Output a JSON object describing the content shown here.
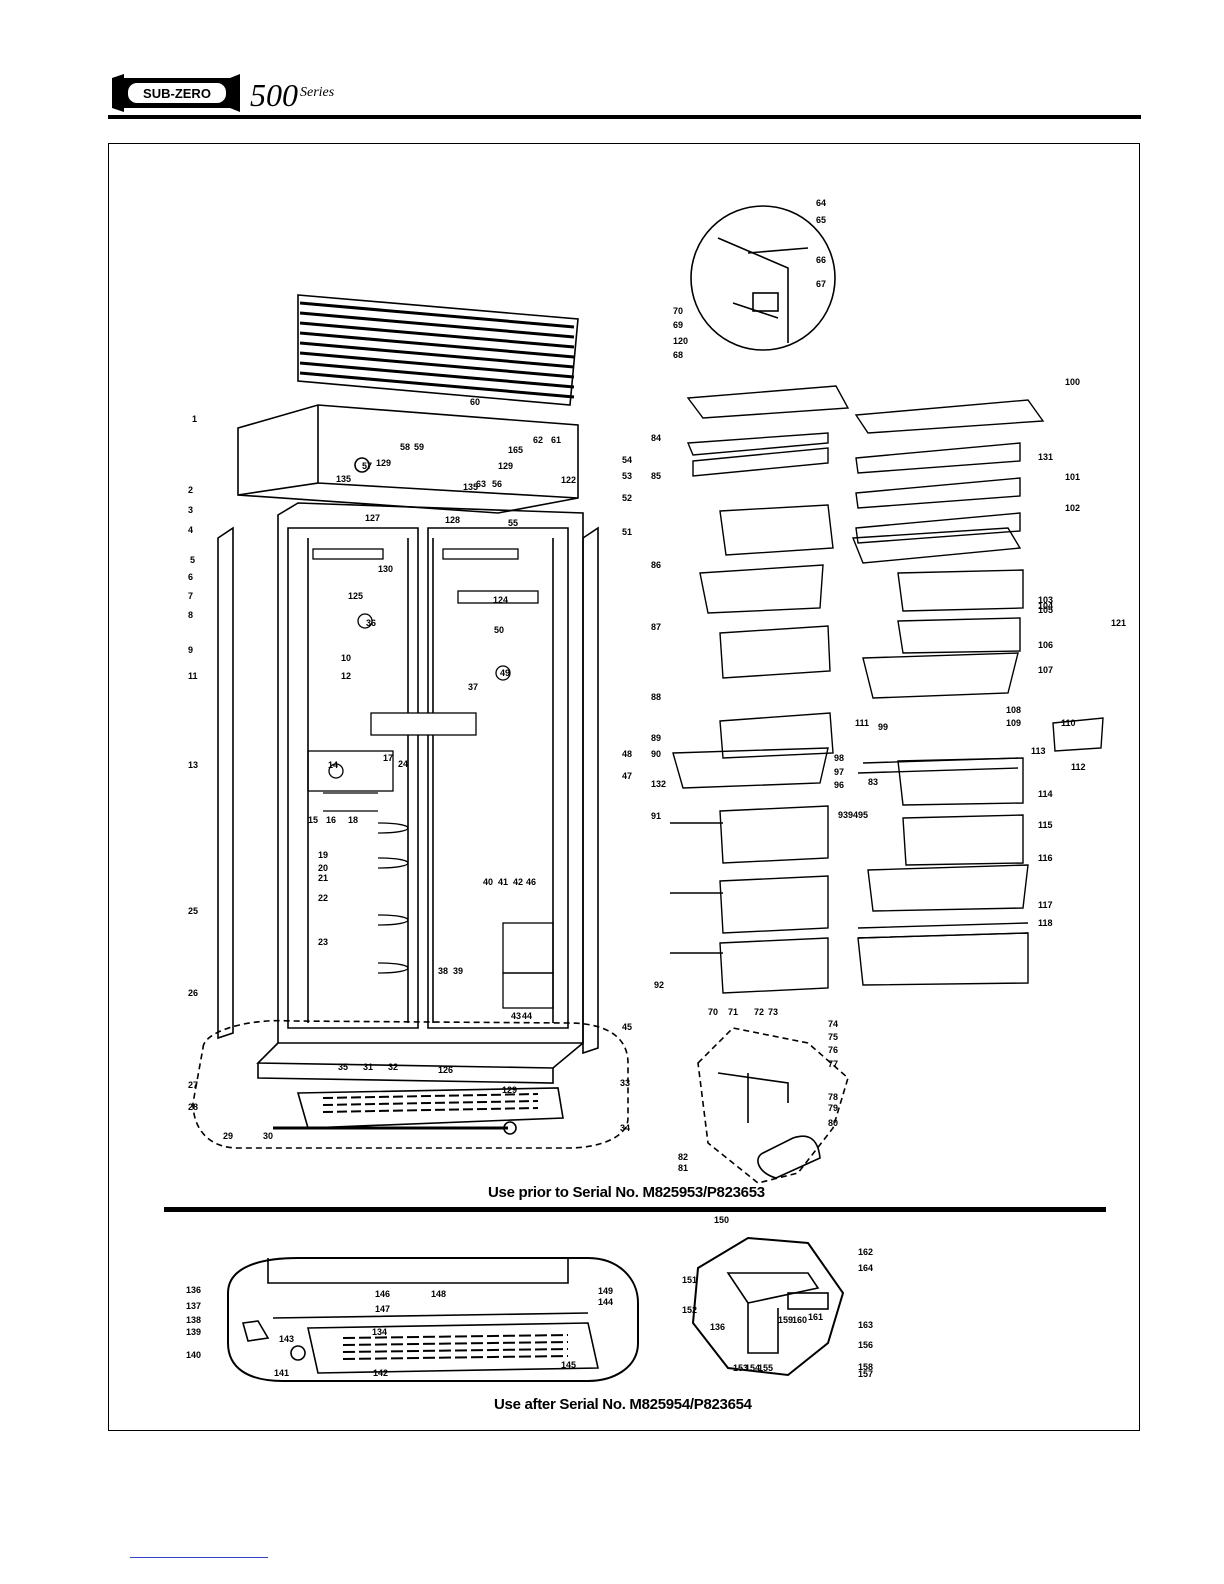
{
  "header": {
    "brand": "SUB-ZERO",
    "series": "500 Series"
  },
  "captions": {
    "top": "Use prior to Serial No. M825953/P823653",
    "bottom": "Use after Serial No. M825954/P823654"
  },
  "callouts": [
    "1",
    "2",
    "3",
    "4",
    "5",
    "6",
    "7",
    "8",
    "9",
    "10",
    "11",
    "12",
    "13",
    "14",
    "15",
    "16",
    "17",
    "18",
    "19",
    "20",
    "21",
    "22",
    "23",
    "24",
    "25",
    "26",
    "27",
    "28",
    "29",
    "30",
    "31",
    "32",
    "33",
    "34",
    "35",
    "36",
    "37",
    "38",
    "39",
    "40",
    "41",
    "42",
    "43",
    "44",
    "45",
    "46",
    "47",
    "48",
    "49",
    "50",
    "51",
    "52",
    "53",
    "54",
    "55",
    "56",
    "57",
    "58",
    "59",
    "60",
    "61",
    "62",
    "63",
    "64",
    "65",
    "66",
    "67",
    "68",
    "69",
    "70",
    "71",
    "72",
    "73",
    "74",
    "75",
    "76",
    "77",
    "78",
    "79",
    "80",
    "81",
    "82",
    "83",
    "84",
    "85",
    "86",
    "87",
    "88",
    "89",
    "90",
    "91",
    "92",
    "93",
    "94",
    "95",
    "96",
    "97",
    "98",
    "99",
    "100",
    "101",
    "102",
    "103",
    "104",
    "105",
    "106",
    "107",
    "108",
    "109",
    "110",
    "111",
    "112",
    "113",
    "114",
    "115",
    "116",
    "117",
    "118",
    "120",
    "121",
    "122",
    "124",
    "125",
    "126",
    "127",
    "128",
    "129",
    "130",
    "131",
    "132",
    "134",
    "135",
    "136",
    "137",
    "138",
    "139",
    "140",
    "141",
    "142",
    "143",
    "144",
    "145",
    "146",
    "147",
    "148",
    "149",
    "150",
    "151",
    "152",
    "153",
    "154",
    "155",
    "156",
    "157",
    "158",
    "159",
    "160",
    "161",
    "162",
    "163",
    "164",
    "165"
  ]
}
